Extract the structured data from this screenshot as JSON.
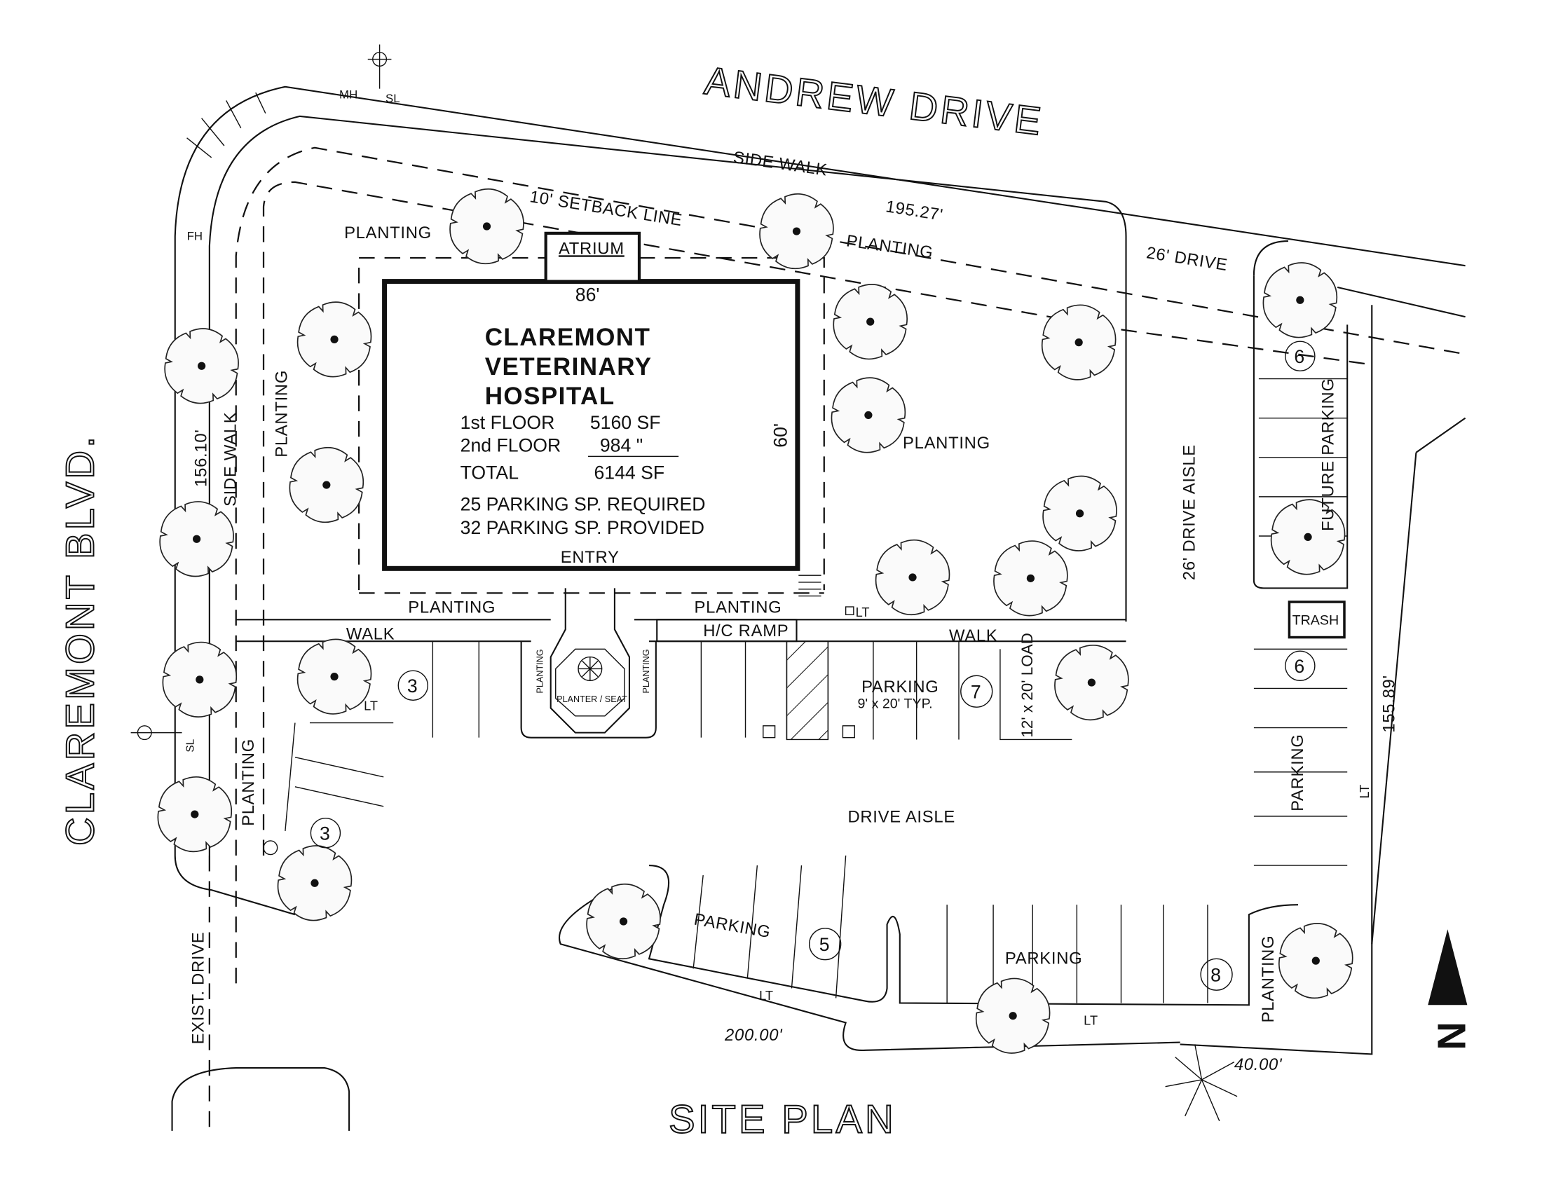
{
  "drawing_title": "SITE PLAN",
  "streets": {
    "north": "ANDREW DRIVE",
    "west": "CLAREMONT BLVD."
  },
  "building": {
    "name_lines": [
      "CLAREMONT",
      "VETERINARY",
      "HOSPITAL"
    ],
    "floor1_label": "1st FLOOR",
    "floor1_value": "5160 SF",
    "floor2_label": "2nd FLOOR",
    "floor2_value": "984 \"",
    "total_label": "TOTAL",
    "total_value": "6144 SF",
    "parking_required": "25 PARKING SP. REQUIRED",
    "parking_provided": "32 PARKING SP. PROVIDED",
    "entry": "ENTRY",
    "width_dim": "86'",
    "depth_dim": "60'",
    "atrium": "ATRIUM"
  },
  "labels": {
    "planting": "PLANTING",
    "side_walk": "SIDE WALK",
    "setback": "10' SETBACK LINE",
    "drive_26": "26' DRIVE",
    "drive_aisle_26": "26' DRIVE AISLE",
    "walk": "WALK",
    "hc_ramp": "H/C RAMP",
    "parking": "PARKING",
    "parking_typ": "9' x 20' TYP.",
    "load": "12' x 20' LOAD",
    "drive_aisle": "DRIVE AISLE",
    "future_parking": "FUTURE PARKING",
    "trash": "TRASH",
    "exist_drive": "EXIST. DRIVE",
    "lt": "LT",
    "mh": "MH",
    "sl": "SL",
    "fh": "FH",
    "planter_seat": "PLANTER / SEAT"
  },
  "dimensions": {
    "north": "195.27'",
    "west": "156.10'",
    "east": "155.89'",
    "south": "200.00'",
    "southeast": "40.00'"
  },
  "stall_counts": {
    "west_upper": "3",
    "west_lower": "3",
    "front": "7",
    "south_left": "5",
    "south_right": "8",
    "east_upper": "6",
    "east_lower": "6"
  },
  "north_arrow": "N"
}
